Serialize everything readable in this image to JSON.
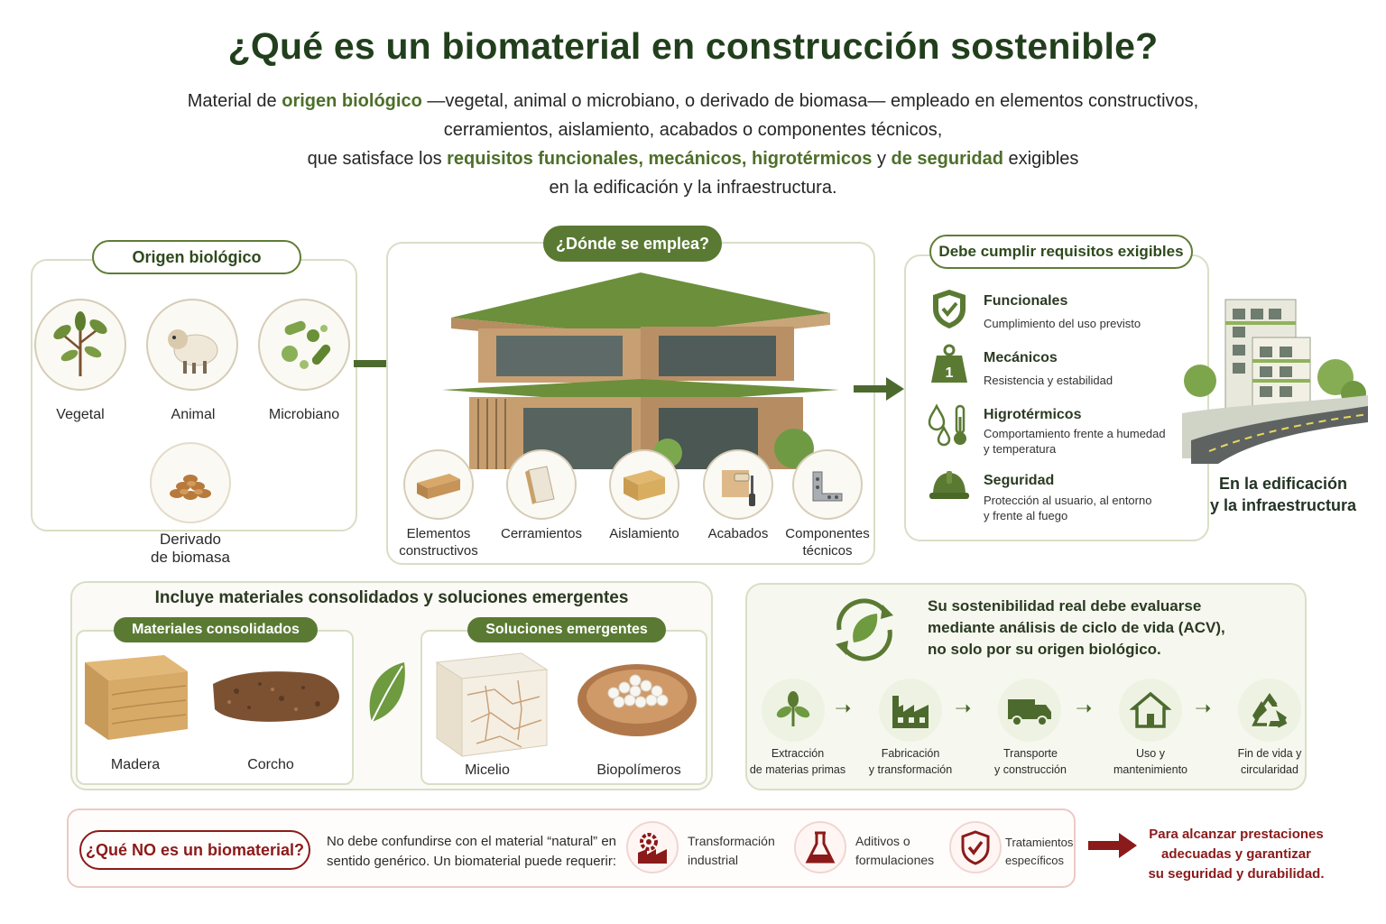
{
  "title": "¿Qué es un biomaterial en construcción sostenible?",
  "intro": {
    "l1a": "Material de ",
    "l1b": "origen biológico",
    "l1c": " —vegetal, animal o microbiano, o derivado de biomasa— empleado en elementos constructivos,",
    "l2": "cerramientos, aislamiento, acabados o componentes técnicos,",
    "l3a": "que satisface los ",
    "l3b": "requisitos funcionales, mecánicos, higrotérmicos",
    "l3c": " y ",
    "l3d": "de seguridad",
    "l3e": " exigibles",
    "l4": "en la edificación y la infraestructura."
  },
  "origin": {
    "heading": "Origen biológico",
    "items": [
      "Vegetal",
      "Animal",
      "Microbiano"
    ],
    "biomass_l1": "Derivado",
    "biomass_l2": "de biomasa"
  },
  "usage": {
    "heading": "¿Dónde se emplea?",
    "items": [
      {
        "l1": "Elementos",
        "l2": "constructivos"
      },
      {
        "l1": "Cerramientos",
        "l2": ""
      },
      {
        "l1": "Aislamiento",
        "l2": ""
      },
      {
        "l1": "Acabados",
        "l2": ""
      },
      {
        "l1": "Componentes",
        "l2": "técnicos"
      }
    ]
  },
  "requirements": {
    "heading": "Debe cumplir requisitos exigibles",
    "items": [
      {
        "title": "Funcionales",
        "d1": "Cumplimiento del uso previsto",
        "d2": ""
      },
      {
        "title": "Mecánicos",
        "d1": "Resistencia y estabilidad",
        "d2": ""
      },
      {
        "title": "Higrotérmicos",
        "d1": "Comportamiento frente a humedad",
        "d2": "y temperatura"
      },
      {
        "title": "Seguridad",
        "d1": "Protección al usuario, al entorno",
        "d2": "y frente al fuego"
      }
    ],
    "side_l1": "En la edificación",
    "side_l2": "y la infraestructura"
  },
  "materials": {
    "heading": "Incluye materiales consolidados y soluciones emergentes",
    "consolidated": {
      "label": "Materiales consolidados",
      "items": [
        "Madera",
        "Corcho"
      ]
    },
    "emerging": {
      "label": "Soluciones emergentes",
      "items": [
        "Micelio",
        "Biopolímeros"
      ]
    }
  },
  "lca": {
    "l1": "Su sostenibilidad real debe evaluarse",
    "l2": "mediante análisis de ciclo de vida (ACV),",
    "l3": "no solo por su origen biológico.",
    "steps": [
      {
        "l1": "Extracción",
        "l2": "de materias primas"
      },
      {
        "l1": "Fabricación",
        "l2": "y transformación"
      },
      {
        "l1": "Transporte",
        "l2": "y construcción"
      },
      {
        "l1": "Uso y",
        "l2": "mantenimiento"
      },
      {
        "l1": "Fin de vida y",
        "l2": "circularidad"
      }
    ]
  },
  "not_bio": {
    "badge": "¿Qué NO es un biomaterial?",
    "text_l1": "No debe confundirse con el material “natural” en",
    "text_l2": "sentido genérico. Un biomaterial puede requerir:",
    "items": [
      {
        "l1": "Transformación",
        "l2": "industrial"
      },
      {
        "l1": "Aditivos o",
        "l2": "formulaciones"
      },
      {
        "l1": "Tratamientos",
        "l2": "específicos"
      }
    ],
    "conclusion_l1": "Para alcanzar prestaciones",
    "conclusion_l2": "adecuadas y garantizar",
    "conclusion_l3": "su seguridad y durabilidad."
  },
  "colors": {
    "green_dark": "#213f1c",
    "green": "#5a7a33",
    "red": "#8b1a1a"
  }
}
